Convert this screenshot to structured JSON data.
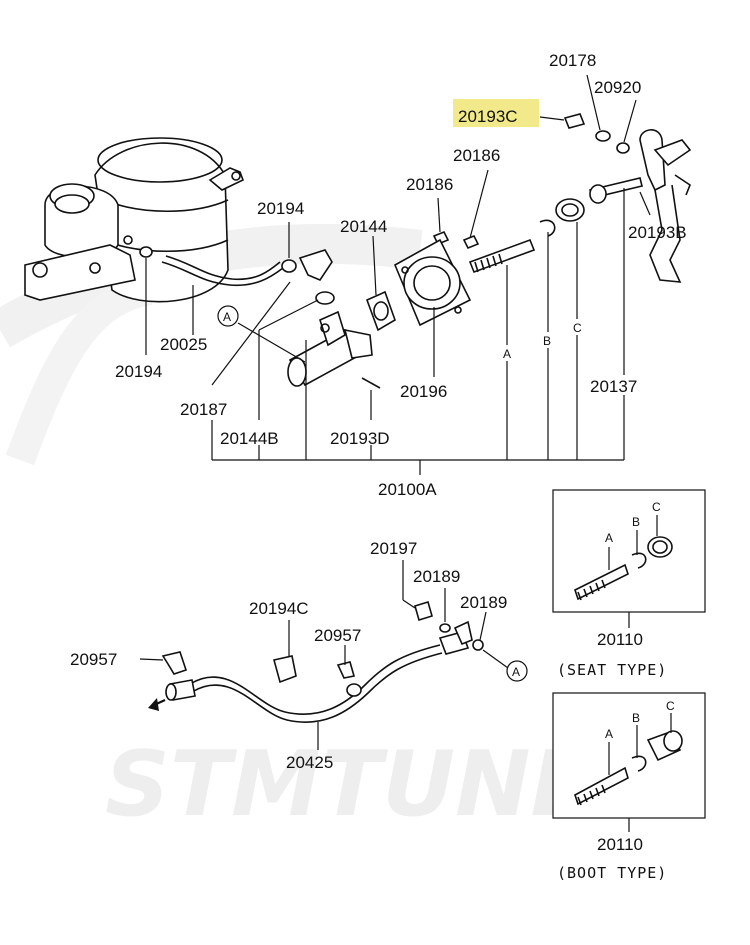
{
  "watermark": "STMTUNED",
  "highlight_color": "#f2ea8a",
  "labels": {
    "p20178": "20178",
    "p20920": "20920",
    "p20193C": "20193C",
    "p20186a": "20186",
    "p20186b": "20186",
    "p20194a": "20194",
    "p20144": "20144",
    "p20193B": "20193B",
    "p20025": "20025",
    "p20194b": "20194",
    "p20196": "20196",
    "p20187": "20187",
    "p20144B": "20144B",
    "p20193D": "20193D",
    "p20137": "20137",
    "p20100A": "20100A",
    "p20197": "20197",
    "p20189a": "20189",
    "p20189b": "20189",
    "p20194C": "20194C",
    "p20957a": "20957",
    "p20957b": "20957",
    "p20425": "20425",
    "p20110a": "20110",
    "p20110b": "20110",
    "seat_type": "(SEAT TYPE)",
    "boot_type": "(BOOT TYPE)"
  },
  "callouts": {
    "A": "A",
    "B": "B",
    "C": "C"
  }
}
